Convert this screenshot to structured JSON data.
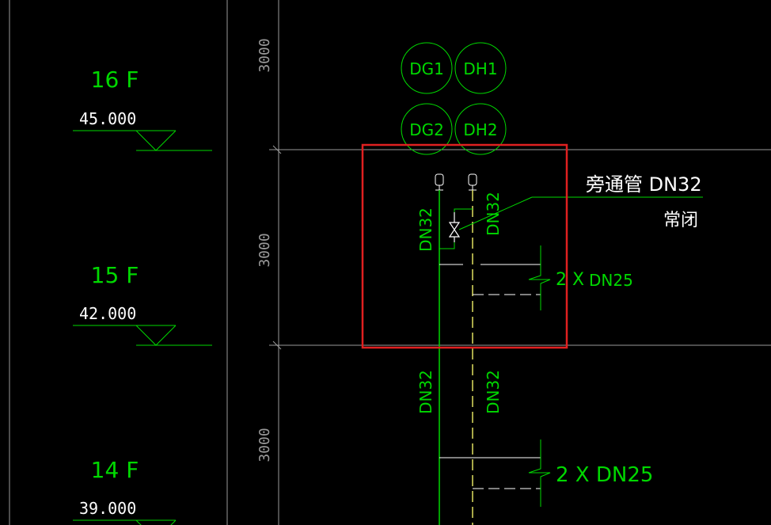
{
  "floors": [
    {
      "label": "16 F",
      "elevation": "45.000"
    },
    {
      "label": "15 F",
      "elevation": "42.000"
    },
    {
      "label": "14 F",
      "elevation": "39.000"
    }
  ],
  "dimensions": [
    "3000",
    "3000",
    "3000"
  ],
  "circle_tags": [
    "DG1",
    "DH1",
    "DG2",
    "DH2"
  ],
  "pipe_labels": {
    "upper_left": "DN32",
    "upper_right": "DN32",
    "lower_left": "DN32",
    "lower_right": "DN32"
  },
  "branch_labels": {
    "upper_mult": "2 X",
    "upper_size": "DN25",
    "lower": "2 X DN25"
  },
  "bypass_note": {
    "line1": "旁通管  DN32",
    "line2": "常闭"
  },
  "colors": {
    "background": "#000000",
    "green": "#00d800",
    "yellow": "#e0e060",
    "white": "#ffffff",
    "grid": "#9a9a9a",
    "highlight": "#e02020"
  }
}
